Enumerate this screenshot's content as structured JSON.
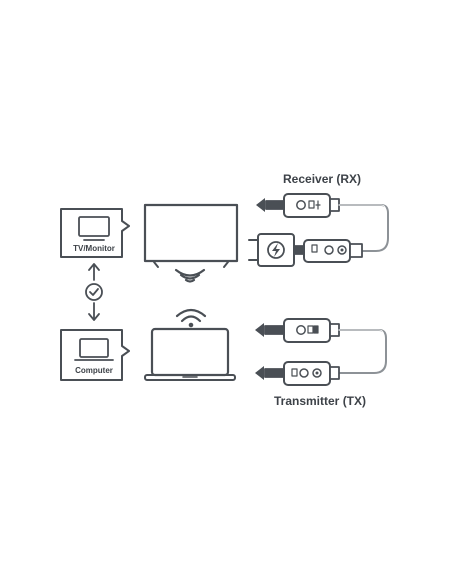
{
  "labels": {
    "receiver": "Receiver (RX)",
    "transmitter": "Transmitter (TX)",
    "tv": "TV/Monitor",
    "computer": "Computer"
  },
  "colors": {
    "stroke": "#4a4f55",
    "light": "#8d9297",
    "fill": "#ffffff"
  },
  "icons": [
    "tv-icon",
    "monitor-icon",
    "laptop-icon",
    "wifi-icon",
    "check-icon",
    "usb-plug-icon",
    "power-adapter-icon",
    "lightning-icon"
  ]
}
